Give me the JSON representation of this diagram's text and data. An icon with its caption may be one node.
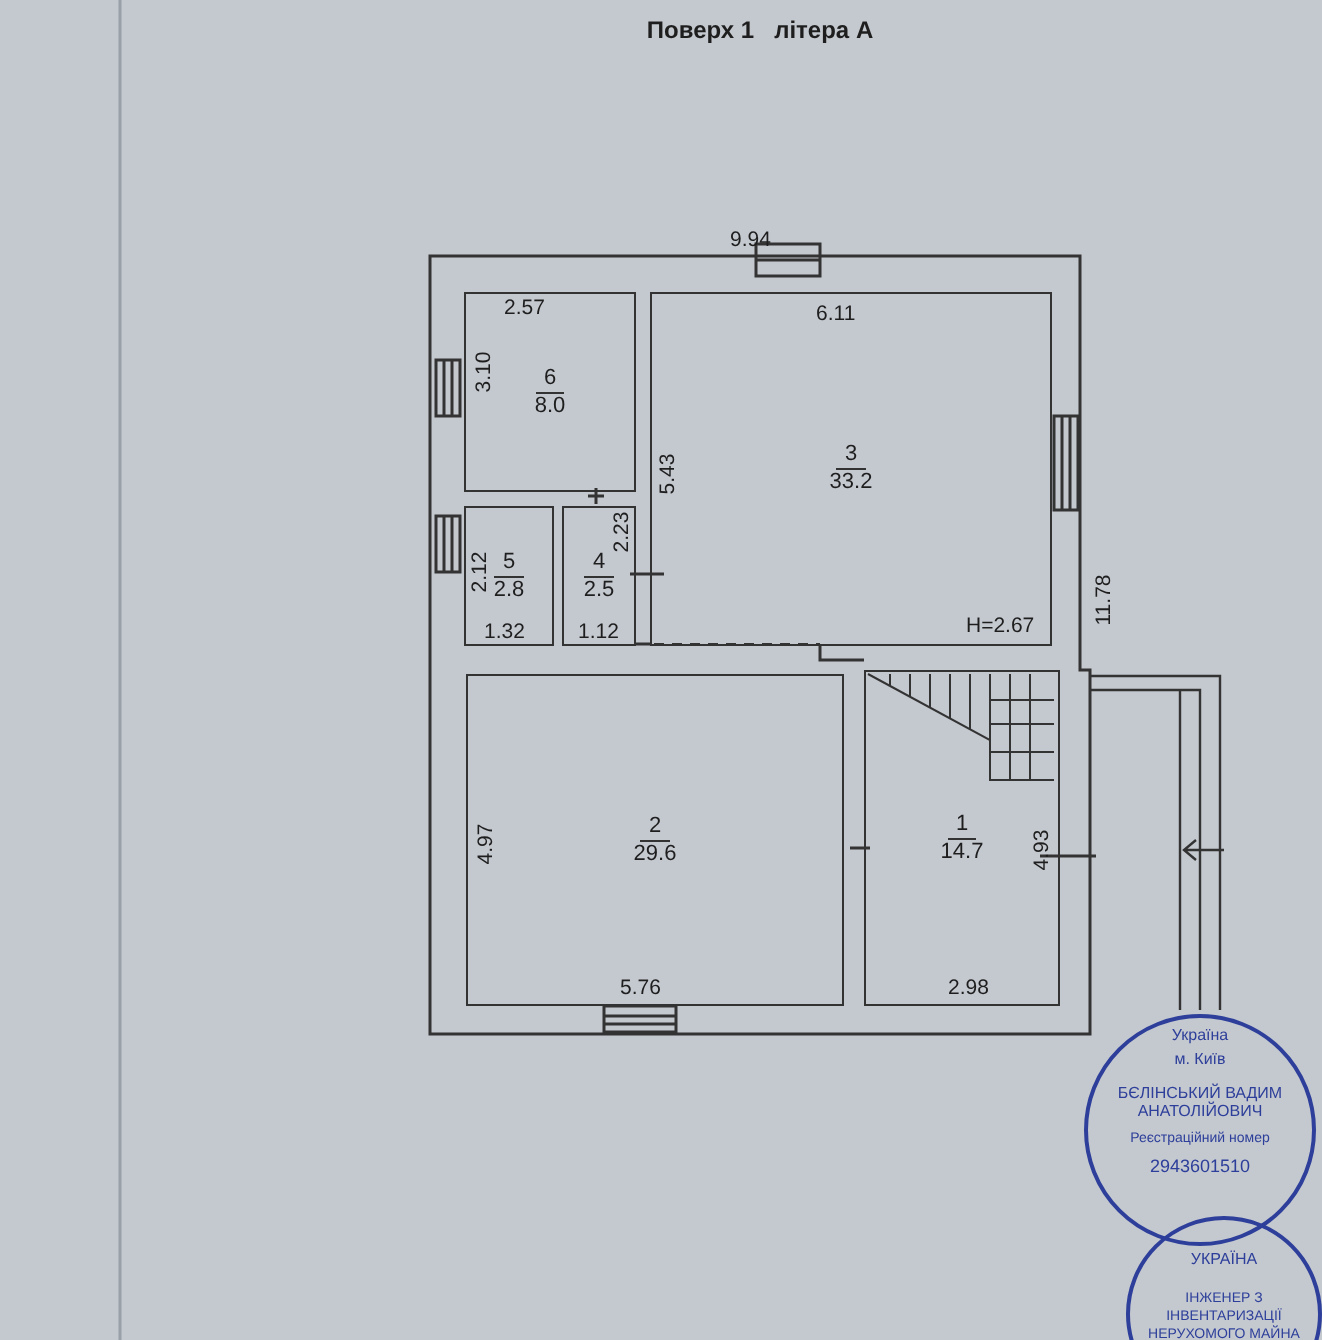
{
  "diagram": {
    "title": "Поверх 1   літера А",
    "nodes": [
      {
        "text": [
          "6",
          "8.0"
        ]
      },
      {
        "text": [
          "3",
          "33.2"
        ]
      },
      {
        "text": [
          "5",
          "2.8"
        ]
      },
      {
        "text": [
          "4",
          "2.5"
        ]
      },
      {
        "text": [
          "2",
          "29.6"
        ]
      },
      {
        "text": [
          "1",
          "14.7"
        ]
      }
    ],
    "edges": [],
    "labels": [
      "9.94",
      "2.57",
      "6.11",
      "3.10",
      "5.43",
      "11.78",
      "2.23",
      "2.12",
      "1.32",
      "1.12",
      "H=2.67",
      "4.97",
      "4.93",
      "5.76",
      "2.98",
      "Україна",
      "м. Київ",
      "БЄЛІНСЬКИЙ ВАДИМ АНАТОЛІЙОВИЧ",
      "Реєстраційний номер",
      "2943601510",
      "УКРАЇНА",
      "ІНЖЕНЕР З ІНВЕНТАРИЗАЦІЇ НЕРУХОМОГО МАЙНА"
    ]
  }
}
